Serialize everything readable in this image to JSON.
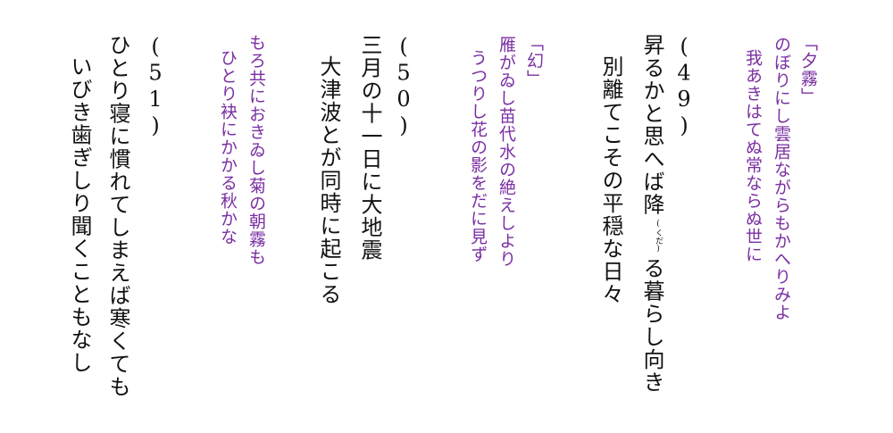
{
  "colors": {
    "main_text": "#111111",
    "quote_text": "#7a2fa2"
  },
  "entries": [
    {
      "title": "「夕霧」",
      "quote_line1": "のぼりにし雲居ながらもかへりみよ",
      "quote_line2": "我あきはてぬ常ならぬ世に",
      "number": "(49)",
      "poem_line1_a": "昇るかと思へば降",
      "poem_line1_ruby": "(くだ)",
      "poem_line1_b": "る暮らし向き",
      "poem_line2": "別離てこその平穏な日々"
    },
    {
      "title": "「幻」",
      "quote_line1": "雁がゐし苗代水の絶えしより",
      "quote_line2": "うつりし花の影をだに見ず",
      "number": "(50)",
      "poem_line1": "三月の十一日に大地震",
      "poem_line2": "大津波とが同時に起こる"
    },
    {
      "quote_line1": "もろ共におきゐし菊の朝霧も",
      "quote_line2": "ひとり袂にかかる秋かな",
      "number": "(51)",
      "poem_line1": "ひとり寝に慣れてしまえば寒くても",
      "poem_line2": "いびき歯ぎしり聞くこともなし"
    }
  ]
}
